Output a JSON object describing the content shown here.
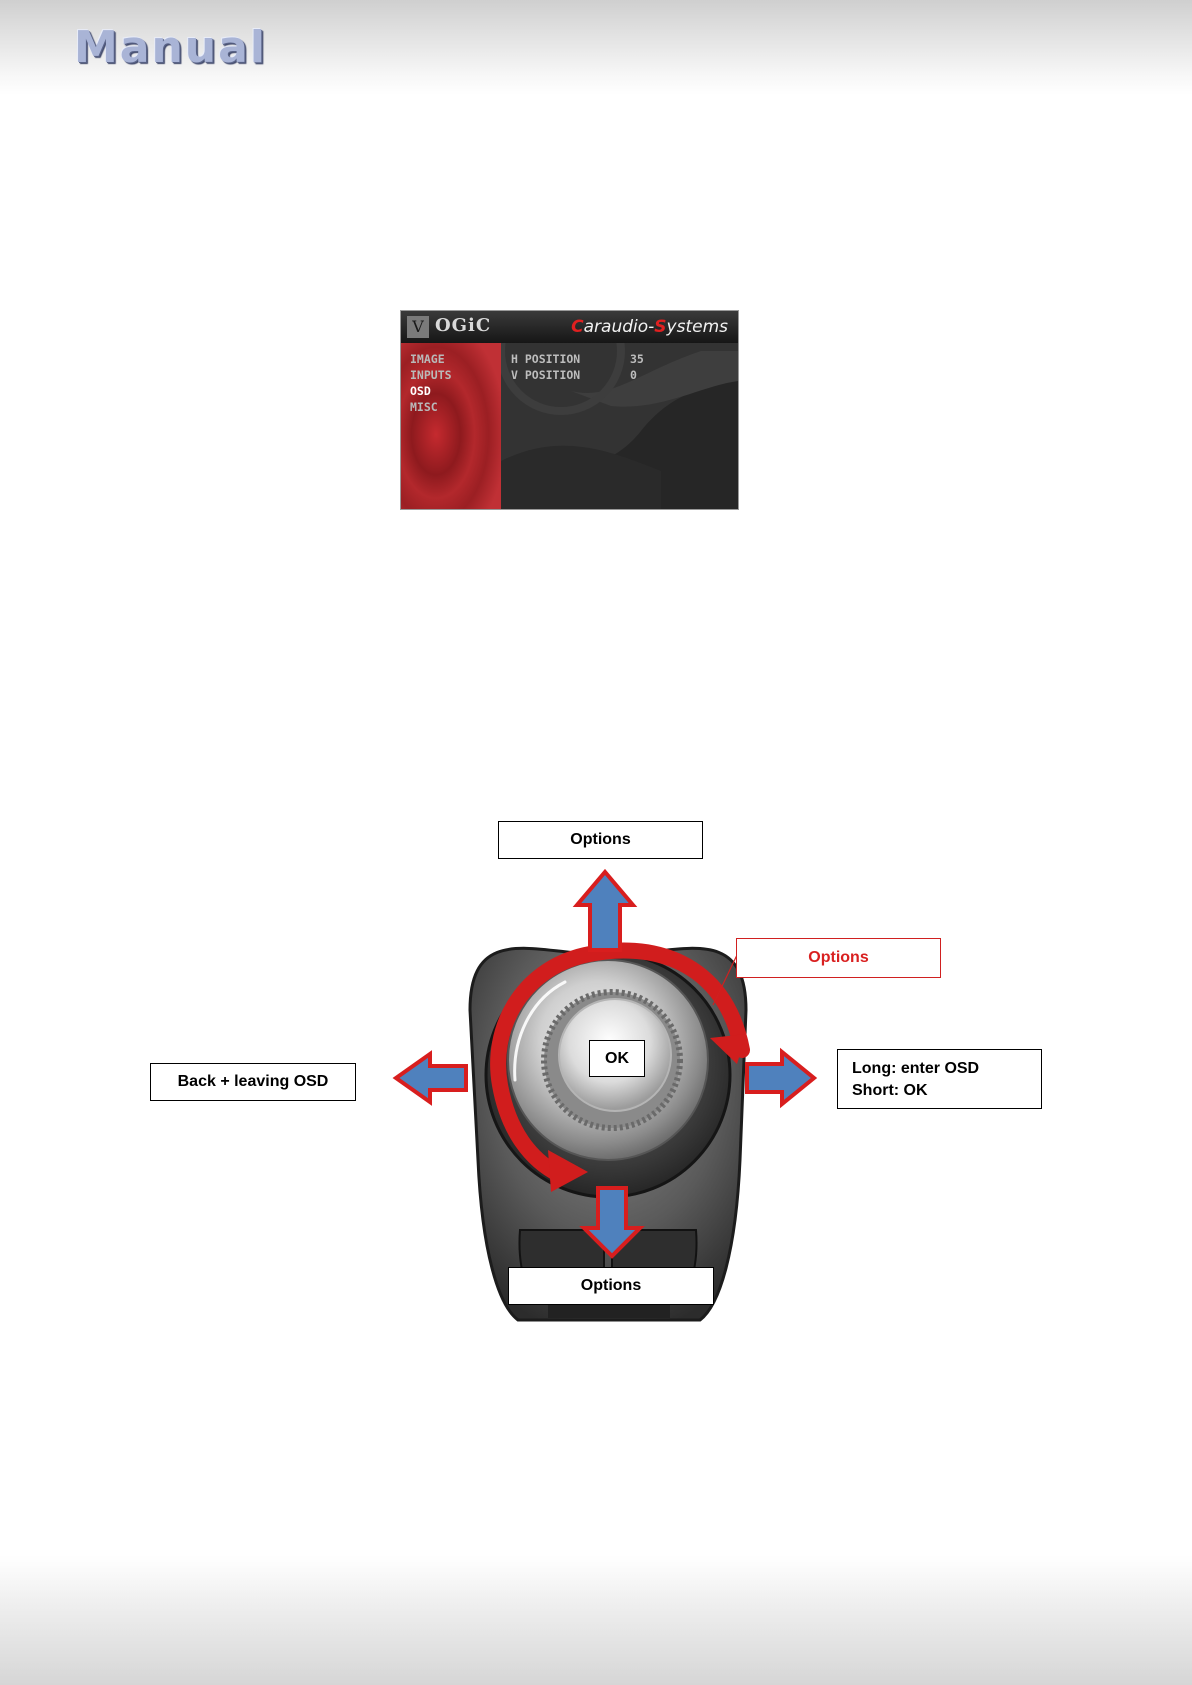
{
  "header": {
    "title": "Manual"
  },
  "osd": {
    "logo_mark": "V",
    "logo_text": "OGiC",
    "brand": {
      "part1_red": "C",
      "part1": "araudio-",
      "part2_red": "S",
      "part2": "ystems"
    },
    "menu": [
      "IMAGE",
      "INPUTS",
      "OSD",
      "MISC"
    ],
    "active_menu": "OSD",
    "settings": [
      {
        "label": "H POSITION",
        "value": "35"
      },
      {
        "label": "V POSITION",
        "value": "0"
      }
    ],
    "colors": {
      "menu_panel": "#b0262b",
      "background": "#2e2e2e",
      "brand_red": "#e02020"
    }
  },
  "controller": {
    "top_label": "Options",
    "rotate_label": "Options",
    "center_label": "OK",
    "left_label": "Back + leaving OSD",
    "right_label_line1": "Long: enter OSD",
    "right_label_line2": "Short: OK",
    "bottom_label": "Options",
    "colors": {
      "arrow_fill": "#4f81bd",
      "arrow_outline": "#d81e1e",
      "rotate_arrow": "#d11d1d"
    }
  }
}
